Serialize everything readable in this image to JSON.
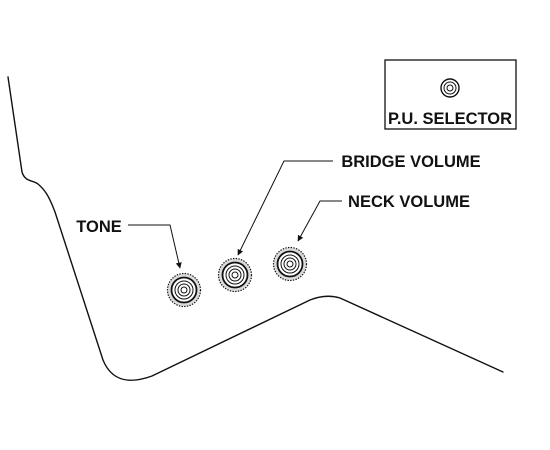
{
  "selector_box": {
    "label": "P.U. SELECTOR"
  },
  "labels": {
    "tone": "TONE",
    "bridge_volume": "BRIDGE VOLUME",
    "neck_volume": "NECK VOLUME"
  },
  "colors": {
    "ink": "#111111",
    "knob_fill": "#dcdcdc",
    "background": "#ffffff"
  },
  "knob_icon": "control-knob-icon",
  "selector_icon": "selector-switch-icon"
}
